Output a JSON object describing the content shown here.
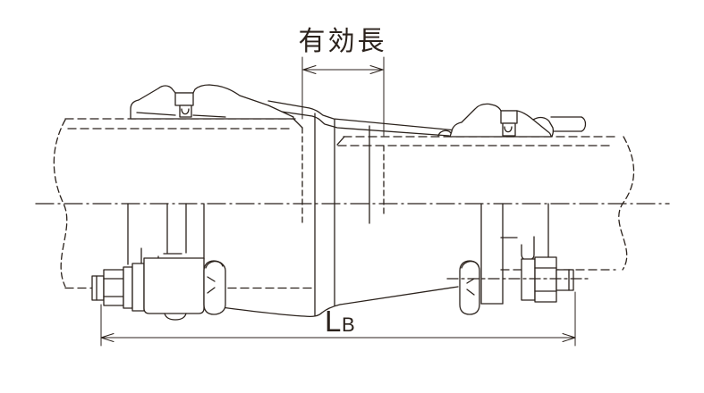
{
  "diagram": {
    "dimensions": {
      "effective_length": {
        "label": "有効長"
      },
      "total_length": {
        "label_main": "L",
        "label_sub": "B"
      }
    },
    "colors": {
      "line": "#2b221c",
      "background": "#ffffff"
    }
  }
}
